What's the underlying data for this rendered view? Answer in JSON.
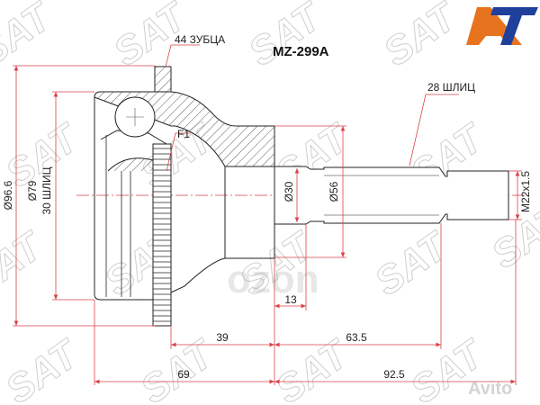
{
  "diagram": {
    "part_number": "MZ-299A",
    "labels": {
      "teeth": "44 ЗУБЦА",
      "outer_splines": "28 ШЛИЦ",
      "inner_splines": "30 ШЛИЦ",
      "f1": "F1"
    },
    "dimensions": {
      "d_outer_ring": "Ø96.6",
      "d_body": "Ø79",
      "d_neck": "Ø30",
      "d_face": "Ø56",
      "thread": "M22x1.5",
      "len_13": "13",
      "len_39": "39",
      "len_63_5": "63.5",
      "len_69": "69",
      "len_92_5": "92.5"
    },
    "colors": {
      "dimension_line": "#d9434a",
      "outline": "#222222",
      "logo_orange": "#e8731e",
      "logo_blue": "#1f3f9a",
      "watermark": "#cfcfcf"
    },
    "watermarks": {
      "brand": "SAT",
      "logo": "AT",
      "marketplace": "ozon",
      "site": "Avito"
    }
  }
}
